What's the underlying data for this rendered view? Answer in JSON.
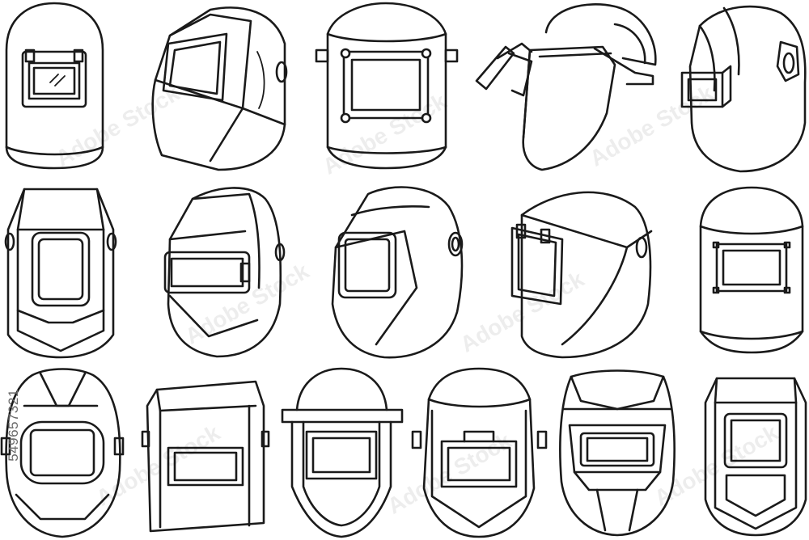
{
  "image": {
    "subject": "welding helmets line-art set",
    "stock_id_text": "549657321",
    "watermark_text": "Adobe Stock",
    "colors": {
      "line": "#1a1a1a",
      "background": "#ffffff",
      "watermark": "#e6e6e6"
    },
    "rows": [
      {
        "helmets": [
          "front-flip-lens-helmet",
          "side-angled-helmet",
          "square-lens-four-bolts-helmet",
          "hard-hat-face-shield",
          "side-profile-lens-box-helmet"
        ]
      },
      {
        "helmets": [
          "angled-front-helmet",
          "side-rect-lens-helmet",
          "three-quarter-helmet",
          "hinged-flip-visor-helmet",
          "front-bolted-lens-helmet"
        ]
      },
      {
        "helmets": [
          "auto-dark-rounded-helmet",
          "boxy-front-helmet",
          "cap-with-face-shield",
          "handle-lens-helmet",
          "wide-mask-helmet",
          "tall-front-helmet"
        ]
      }
    ]
  }
}
